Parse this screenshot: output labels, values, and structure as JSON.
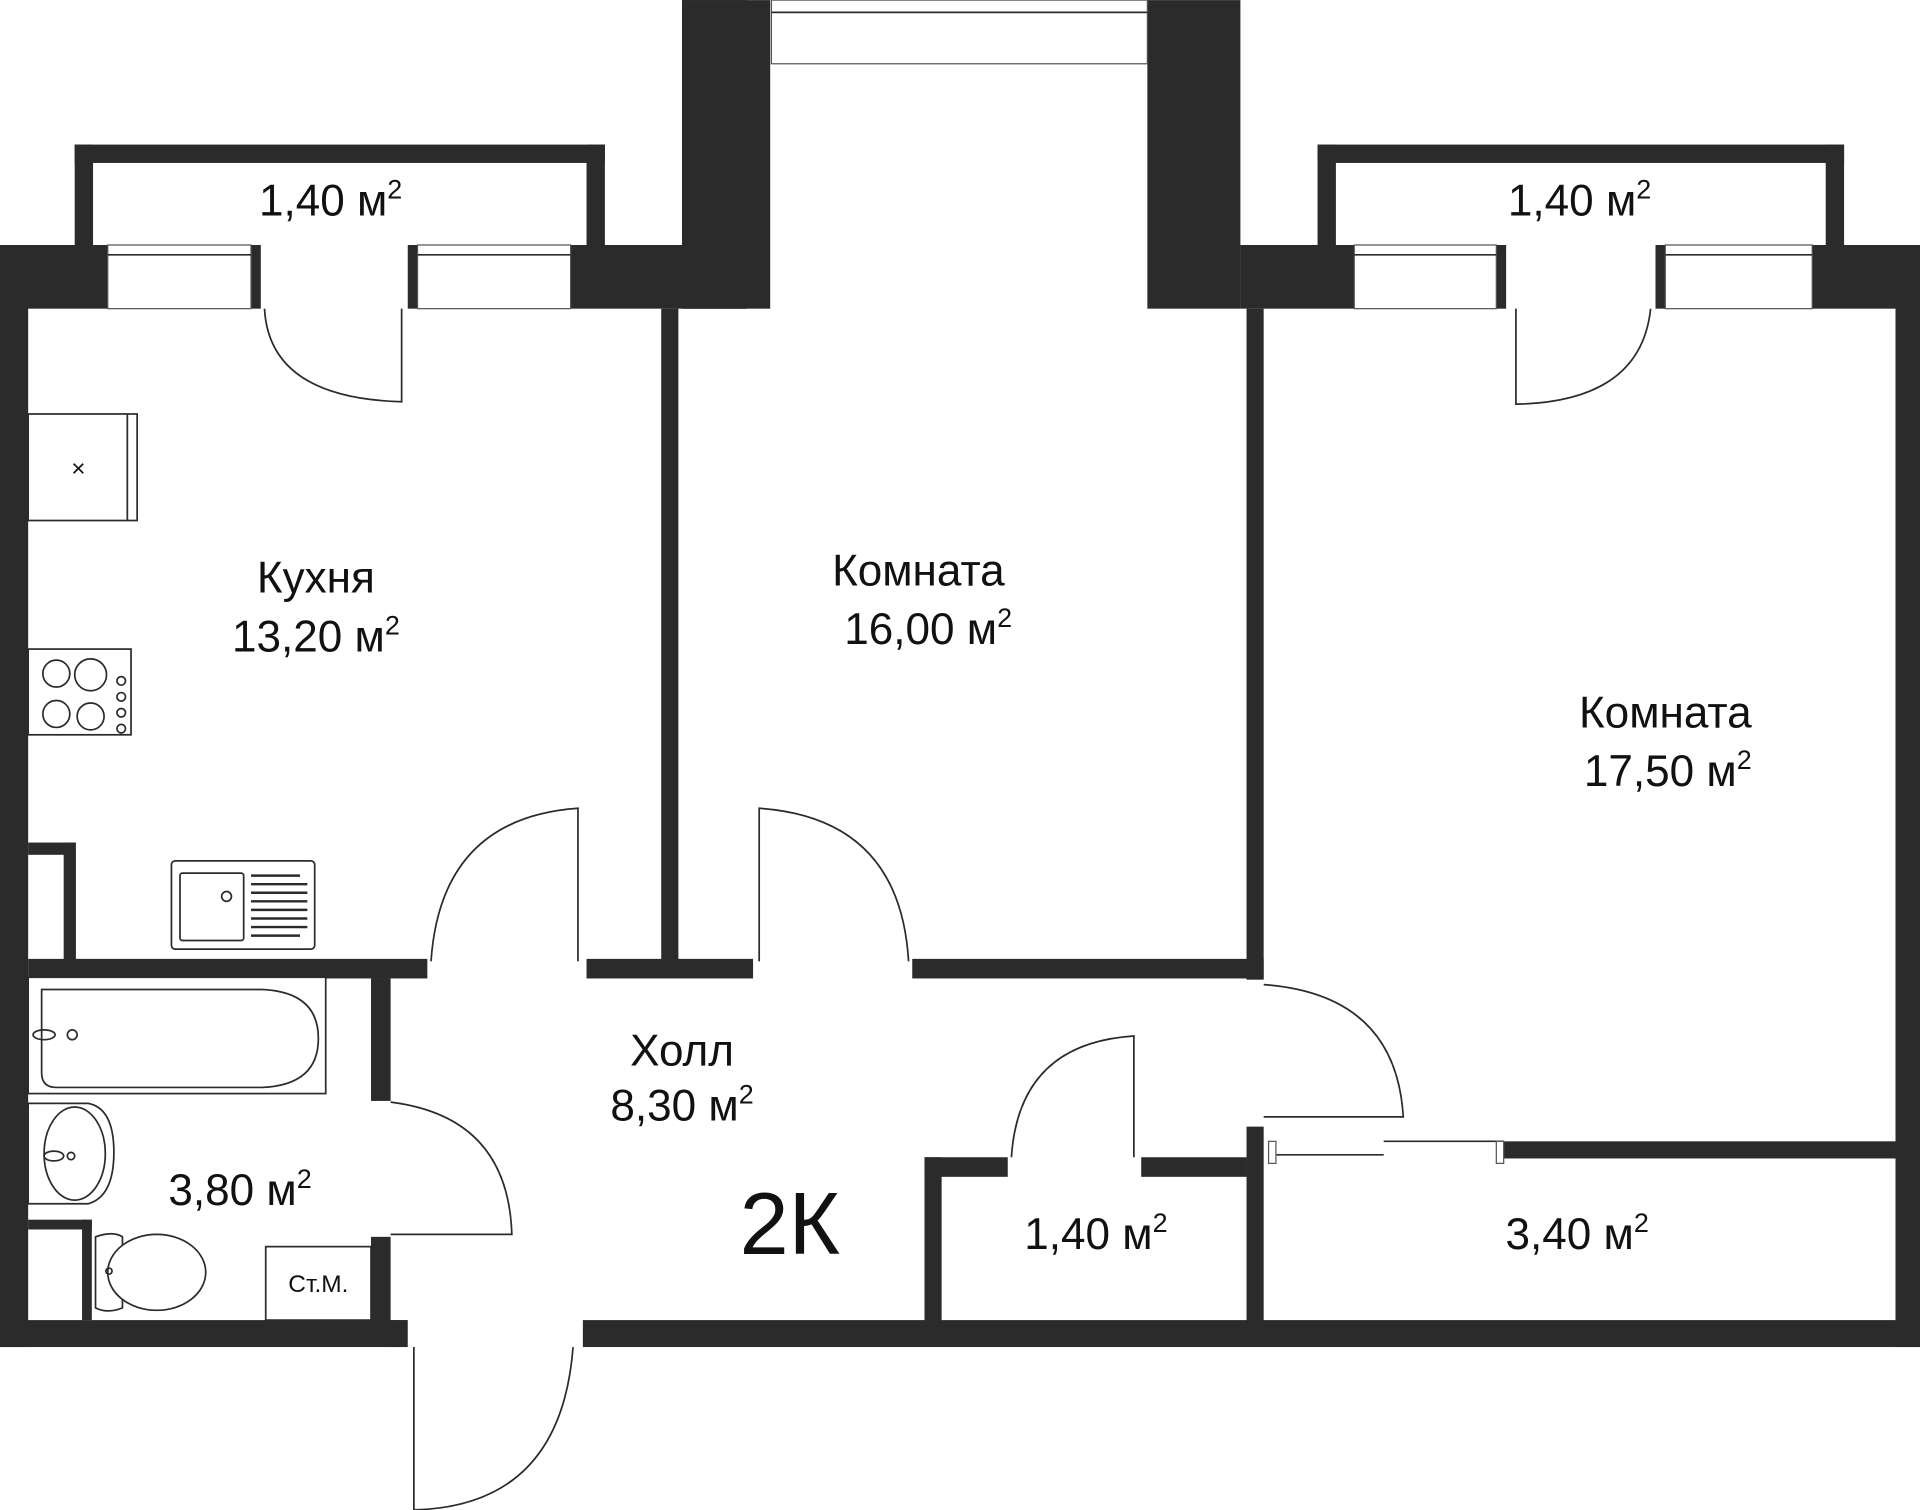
{
  "plan": {
    "type_label": "2К",
    "unit": "м",
    "unit_sup": "2",
    "wall_color": "#2b2b2b",
    "background": "#ffffff",
    "rooms": [
      {
        "id": "balcony-left",
        "name": "",
        "area": "1,40"
      },
      {
        "id": "balcony-right",
        "name": "",
        "area": "1,40"
      },
      {
        "id": "kitchen",
        "name": "Кухня",
        "area": "13,20"
      },
      {
        "id": "room-middle",
        "name": "Комната",
        "area": "16,00"
      },
      {
        "id": "room-right",
        "name": "Комната",
        "area": "17,50"
      },
      {
        "id": "hall",
        "name": "Холл",
        "area": "8,30"
      },
      {
        "id": "bathroom",
        "name": "",
        "area": "3,80"
      },
      {
        "id": "closet",
        "name": "",
        "area": "1,40"
      },
      {
        "id": "wardrobe",
        "name": "",
        "area": "3,40"
      }
    ],
    "fixtures": {
      "washing_machine": "Ст.М.",
      "fridge_mark": "×"
    }
  }
}
